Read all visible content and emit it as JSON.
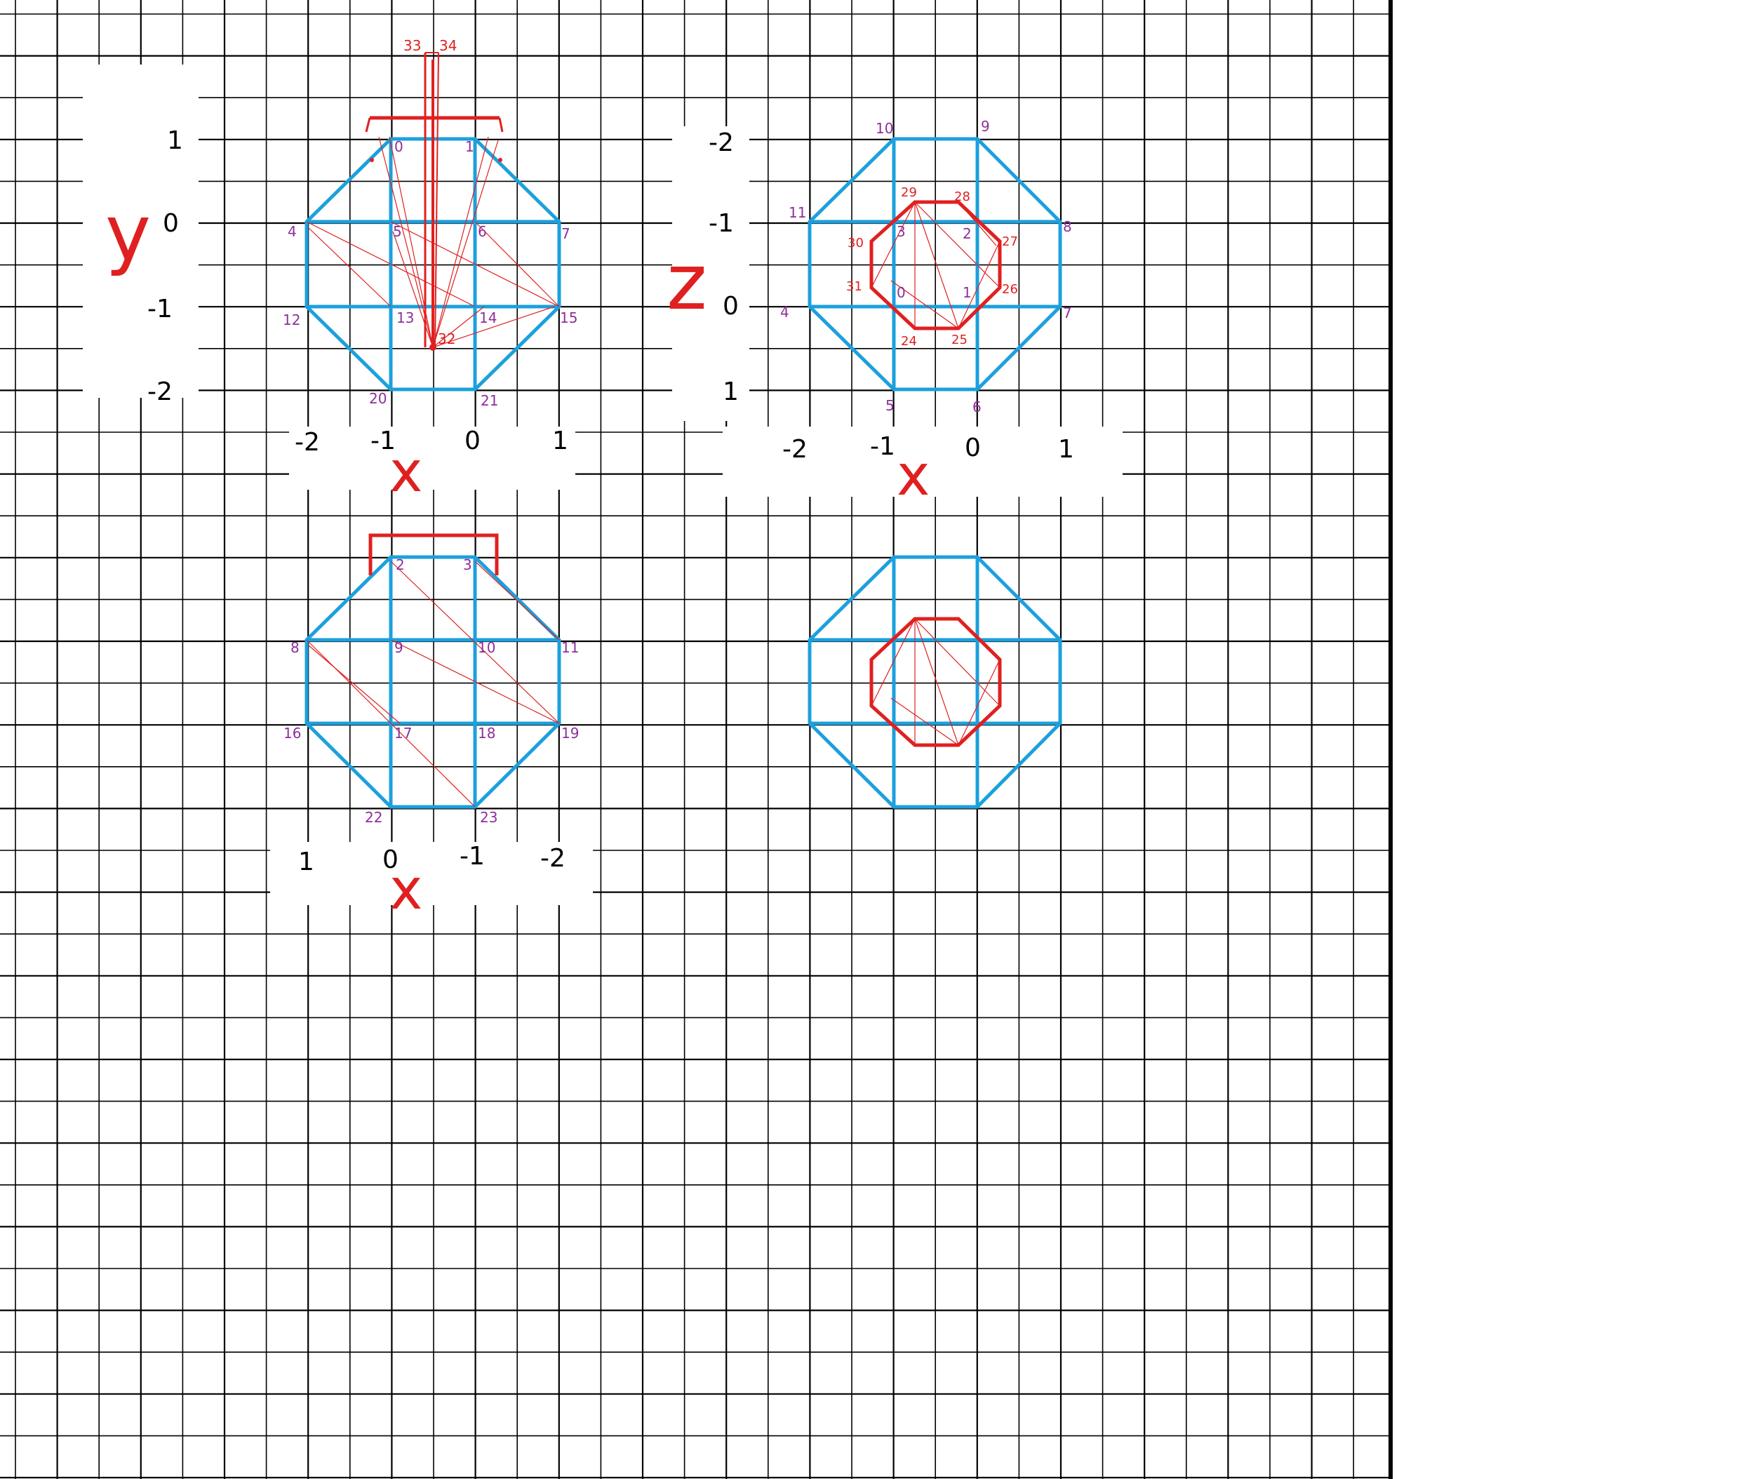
{
  "colors": {
    "grid": "#000000",
    "octagon": "#1ca0dd",
    "accent": "#e02020",
    "vertex_labels": "#8e2f9a",
    "axis_labels": "#000000"
  },
  "panels": [
    {
      "id": "top-left",
      "axis_y_name": "y",
      "axis_x_name": "x",
      "y_ticks": [
        "1",
        "0",
        "-1",
        "-2"
      ],
      "x_ticks": [
        "-2",
        "-1",
        "0",
        "1"
      ],
      "vertex_labels": [
        "0",
        "1",
        "4",
        "5",
        "6",
        "7",
        "12",
        "13",
        "14",
        "15",
        "20",
        "21"
      ],
      "red_labels": [
        "33",
        "34",
        "32"
      ]
    },
    {
      "id": "top-right",
      "axis_y_name": "z",
      "axis_x_name": "x",
      "y_ticks": [
        "-2",
        "-1",
        "0",
        "1"
      ],
      "x_ticks": [
        "-2",
        "-1",
        "0",
        "1"
      ],
      "vertex_labels": [
        "10",
        "9",
        "11",
        "8",
        "4",
        "7",
        "5",
        "6",
        "3",
        "2",
        "0",
        "1"
      ],
      "red_labels": [
        "29",
        "28",
        "30",
        "27",
        "31",
        "26",
        "24",
        "25"
      ]
    },
    {
      "id": "bottom-left",
      "axis_x_name": "x",
      "x_ticks": [
        "1",
        "0",
        "-1",
        "-2"
      ],
      "vertex_labels": [
        "2",
        "3",
        "8",
        "9",
        "10",
        "11",
        "16",
        "17",
        "18",
        "19",
        "22",
        "23"
      ]
    },
    {
      "id": "bottom-right"
    }
  ]
}
